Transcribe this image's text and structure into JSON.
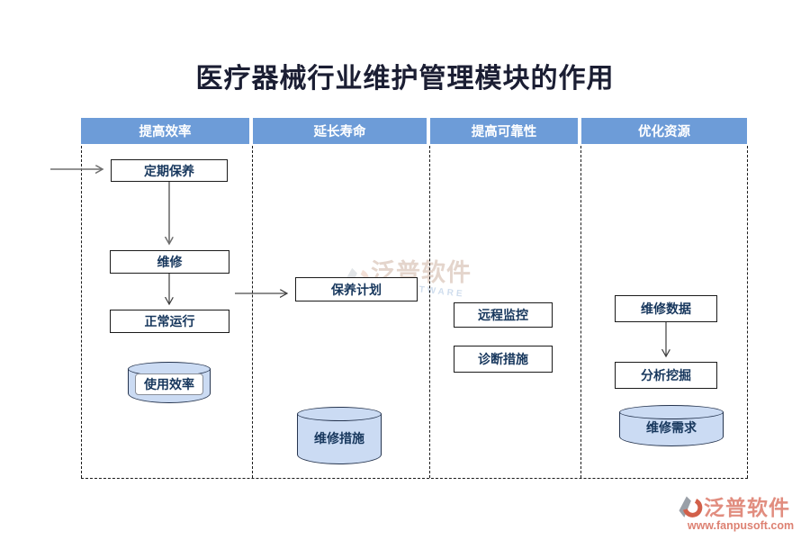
{
  "title": "医疗器械行业维护管理模块的作用",
  "lanes": [
    {
      "header": "提高效率"
    },
    {
      "header": "延长寿命"
    },
    {
      "header": "提高可靠性"
    },
    {
      "header": "优化资源"
    }
  ],
  "nodes": {
    "regular_maintenance": "定期保养",
    "repair": "维修",
    "normal_operation": "正常运行",
    "usage_efficiency": "使用效率",
    "maintenance_plan": "保养计划",
    "repair_measures": "维修措施",
    "remote_monitoring": "远程监控",
    "diagnostic_measures": "诊断措施",
    "repair_data": "维修数据",
    "analysis_mining": "分析挖掘",
    "repair_demand": "维修需求"
  },
  "watermark": {
    "brand": "泛普软件",
    "sub": "SOFTWARE"
  },
  "footer": {
    "brand": "泛普软件",
    "url": "www.fanpusoft.com"
  },
  "colors": {
    "header_bg": "#6D9CD8",
    "header_text": "#FFFFFF",
    "node_text": "#17375D",
    "node_border": "#1A1A1A",
    "cylinder_fill": "#CBDBF3",
    "cylinder_border": "#26354F",
    "arrow_gray": "#6E6E6E",
    "arrow_dark": "#3D3D3D",
    "brand_salmon": "#E18D7F"
  }
}
